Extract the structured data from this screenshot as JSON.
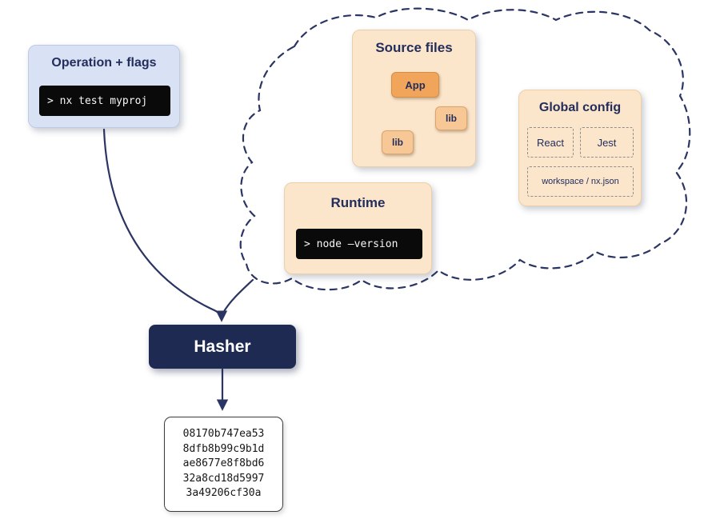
{
  "operation_card": {
    "title": "Operation + flags",
    "command": "> nx test myproj"
  },
  "source_files_card": {
    "title": "Source files",
    "nodes": {
      "app": "App",
      "lib_left": "lib",
      "lib_right": "lib"
    }
  },
  "global_config_card": {
    "title": "Global config",
    "items": [
      "React",
      "Jest",
      "workspace / nx.json"
    ]
  },
  "runtime_card": {
    "title": "Runtime",
    "command": "> node –version"
  },
  "hasher": {
    "label": "Hasher"
  },
  "hash_output": {
    "lines": [
      "08170b747ea53",
      "8dfb8b99c9b1d",
      "ae8677e8f8bd6",
      "32a8cd18d5997",
      "3a49206cf30a"
    ]
  },
  "colors": {
    "navy": "#232e5c",
    "card_blue": "#d9e2f4",
    "card_peach": "#fbe5cb",
    "node_orange": "#f0a55b",
    "node_light_orange": "#f7c896",
    "terminal_bg": "#0a0a0a",
    "arrow": "#2b3563"
  }
}
